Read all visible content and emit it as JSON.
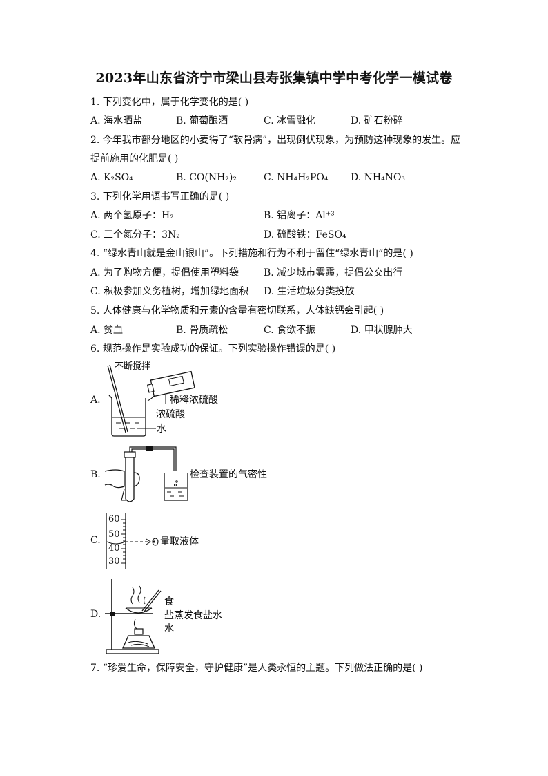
{
  "title": "2023年山东省济宁市梁山县寿张集镇中学中考化学一模试卷",
  "questions": [
    {
      "stem": "1.   下列变化中，属于化学变化的是(    )",
      "options": [
        "A.  海水晒盐",
        "B.  葡萄酿酒",
        "C.  冰雪融化",
        "D.  矿石粉碎"
      ]
    },
    {
      "stem": "2.   今年我市部分地区的小麦得了“软骨病”，出现倒伏现象，为预防这种现象的发生。应",
      "stem2": "提前施用的化肥是(    )",
      "options": [
        "A.  K₂SO₄",
        "B.  CO(NH₂)₂",
        "C.  NH₄H₂PO₄",
        "D.  NH₄NO₃"
      ]
    },
    {
      "stem": "3.   下列化学用语书写正确的是(    )",
      "options": [
        "A.  两个氢原子：H₂",
        "B.  铝离子：Al⁺³",
        "C.  三个氮分子：3N₂",
        "D.  硫酸铁：FeSO₄"
      ]
    },
    {
      "stem": "4.   “绿水青山就是金山银山”。下列措施和行为不利于留住“绿水青山”的是(    )",
      "options": [
        "A.  为了购物方便，提倡使用塑料袋",
        "B.  减少城市雾霾，提倡公交出行",
        "C.  积极参加义务植树，增加绿地面积",
        "D.  生活垃圾分类投放"
      ]
    },
    {
      "stem": "5.   人体健康与化学物质和元素的含量有密切联系，人体缺钙会引起(    )",
      "options": [
        "A.  贫血",
        "B.  骨质疏松",
        "C.  食欲不振",
        "D.  甲状腺肿大"
      ]
    },
    {
      "stem": "6.   规范操作是实验成功的保证。下列实验操作错误的是(    )",
      "options": [
        "A.",
        "B.",
        "C.",
        "D."
      ]
    },
    {
      "stem": "7.    “珍爱生命，保障安全，守护健康”是人类永恒的主题。下列做法正确的是(    )"
    }
  ],
  "figures": {
    "A": {
      "stir": "不断搅拌",
      "pour": "稀释浓硫酸",
      "acid": "浓硫酸",
      "water": "水"
    },
    "B": {
      "caption": "检查装置的气密性"
    },
    "C": {
      "caption": "量取液体",
      "ticks": [
        "60",
        "50",
        "40",
        "30"
      ]
    },
    "D": {
      "line1": "食",
      "line2": "盐蒸发食盐水",
      "line3": "水"
    }
  }
}
